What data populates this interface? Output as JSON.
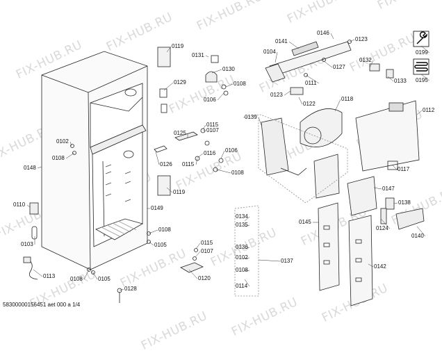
{
  "watermark": "FIX-HUB.RU",
  "footer": "58300000156451 aet 000 a 1/4",
  "icons": [
    "wrench-icon",
    "cooling-coil-icon"
  ],
  "part_numbers": [
    "0119",
    "0131",
    "0130",
    "0129",
    "0108",
    "0106",
    "0125",
    "0115",
    "0107",
    "0116",
    "0106",
    "0126",
    "0115",
    "0108",
    "0119",
    "0102",
    "0108",
    "0148",
    "0110",
    "0103",
    "0113",
    "0149",
    "0108",
    "0105",
    "0108",
    "0105",
    "0128",
    "0115",
    "0107",
    "0120",
    "0141",
    "0146",
    "0123",
    "0104",
    "0127",
    "0111",
    "0123",
    "0122",
    "0118",
    "0132",
    "0133",
    "0199",
    "0195",
    "0112",
    "0139",
    "0117",
    "0147",
    "0138",
    "0124",
    "0140",
    "0145",
    "0142",
    "0134",
    "0135",
    "0136",
    "0102",
    "0137",
    "0108",
    "0114"
  ]
}
